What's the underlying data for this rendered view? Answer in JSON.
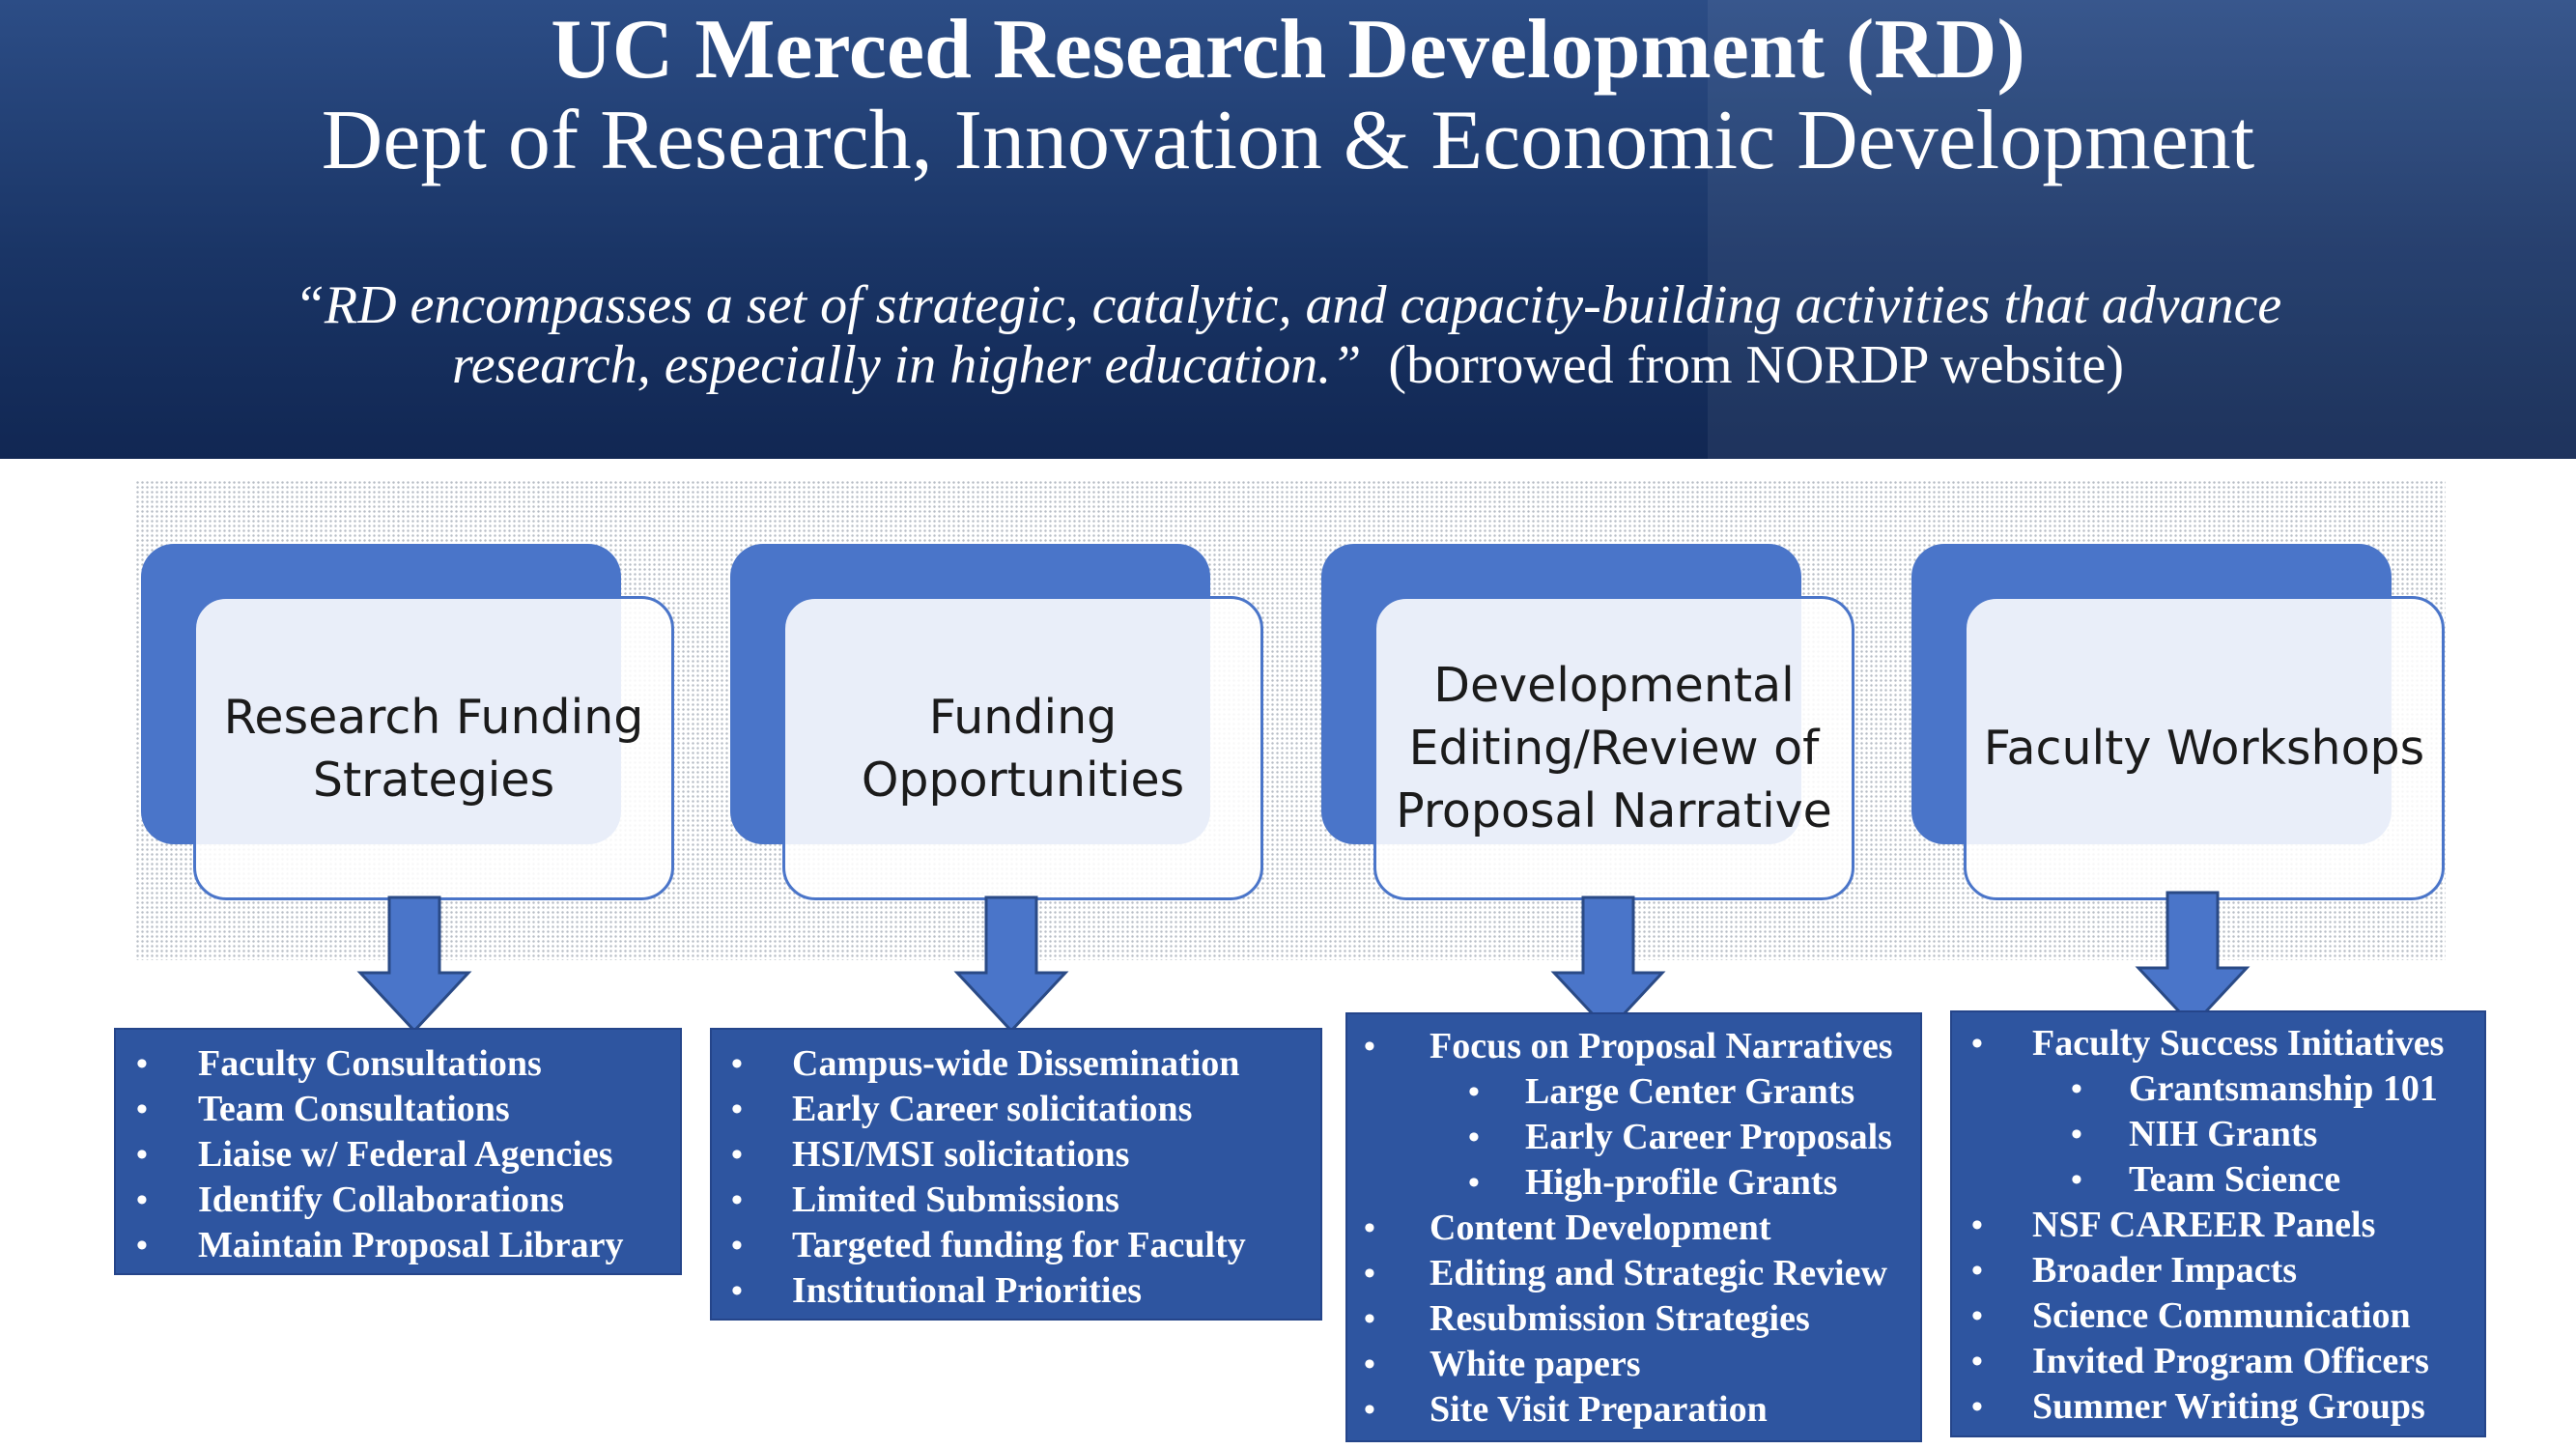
{
  "header": {
    "title": "UC Merced Research Development (RD)",
    "subtitle": "Dept of Research, Innovation & Economic Development",
    "quote": "“RD encompasses a set of strategic, catalytic, and capacity-building activities that advance",
    "quote_line2": "research, especially in higher education.”",
    "quote_source": "(borrowed from NORDP website)"
  },
  "colors": {
    "header_bg": "#1a3566",
    "box_accent": "#4a75c9",
    "list_bg": "#2e55a0",
    "text_white": "#ffffff"
  },
  "categories": [
    {
      "label": "Research Funding\nStrategies",
      "items": [
        {
          "text": "Faculty Consultations",
          "level": 1
        },
        {
          "text": "Team Consultations",
          "level": 1
        },
        {
          "text": "Liaise w/ Federal Agencies",
          "level": 1
        },
        {
          "text": "Identify Collaborations",
          "level": 1
        },
        {
          "text": "Maintain Proposal Library",
          "level": 1
        }
      ]
    },
    {
      "label": "Funding\nOpportunities",
      "items": [
        {
          "text": "Campus-wide Dissemination",
          "level": 1
        },
        {
          "text": "Early Career solicitations",
          "level": 1
        },
        {
          "text": "HSI/MSI solicitations",
          "level": 1
        },
        {
          "text": "Limited Submissions",
          "level": 1
        },
        {
          "text": "Targeted funding for Faculty",
          "level": 1
        },
        {
          "text": "Institutional Priorities",
          "level": 1
        }
      ]
    },
    {
      "label": "Developmental\nEditing/Review of\nProposal Narrative",
      "items": [
        {
          "text": "Focus on Proposal Narratives",
          "level": 1
        },
        {
          "text": "Large Center Grants",
          "level": 2
        },
        {
          "text": "Early Career Proposals",
          "level": 2
        },
        {
          "text": "High-profile Grants",
          "level": 2
        },
        {
          "text": "Content Development",
          "level": 1
        },
        {
          "text": "Editing and Strategic Review",
          "level": 1
        },
        {
          "text": "Resubmission Strategies",
          "level": 1
        },
        {
          "text": "White papers",
          "level": 1
        },
        {
          "text": "Site Visit Preparation",
          "level": 1
        }
      ]
    },
    {
      "label": "Faculty Workshops",
      "items": [
        {
          "text": "Faculty Success Initiatives",
          "level": 1
        },
        {
          "text": "Grantsmanship 101",
          "level": 2
        },
        {
          "text": "NIH Grants",
          "level": 2
        },
        {
          "text": "Team Science",
          "level": 2
        },
        {
          "text": "NSF CAREER Panels",
          "level": 1
        },
        {
          "text": "Broader Impacts",
          "level": 1
        },
        {
          "text": "Science Communication",
          "level": 1
        },
        {
          "text": "Invited Program Officers",
          "level": 1
        },
        {
          "text": "Summer Writing Groups",
          "level": 1
        }
      ]
    }
  ]
}
